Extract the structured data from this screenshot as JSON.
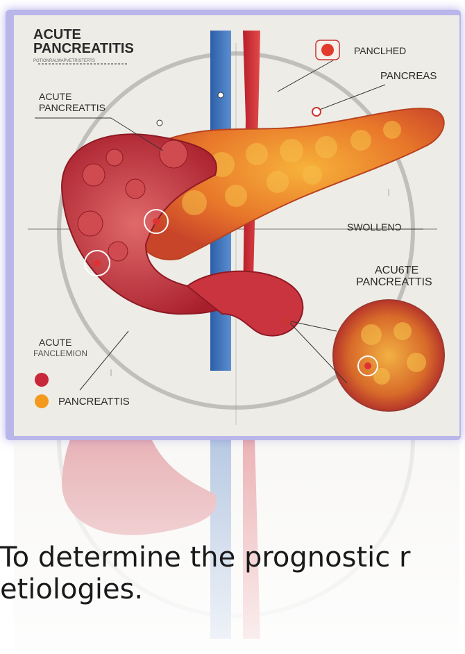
{
  "illustration": {
    "title_line1": "ACUTE",
    "title_line2": "PANCREATITIS",
    "subtitle": "POTIONRALWAPVETRISTERTS",
    "labels": {
      "pancreatitis_left_1": "ACUTE",
      "pancreatitis_left_2": "PANCREATTIS",
      "panclhed": "PANCLHED",
      "pancreas": "PANCREAS",
      "swollen": "SWOLLENƆ",
      "acute_right_1": "ACU6TE",
      "acute_right_2": "PANCREATTIS",
      "legend_title_1": "ACUTE",
      "legend_title_2": "FANCLEMION",
      "legend_item": "PANCREATTIS"
    },
    "colors": {
      "legend_red": "#c8283a",
      "legend_orange": "#f39a1e",
      "frame": "#b9b6ea",
      "background": "#eeece6"
    }
  },
  "caption": {
    "line1": "To determine the prognostic r",
    "line2": "etiologies."
  }
}
